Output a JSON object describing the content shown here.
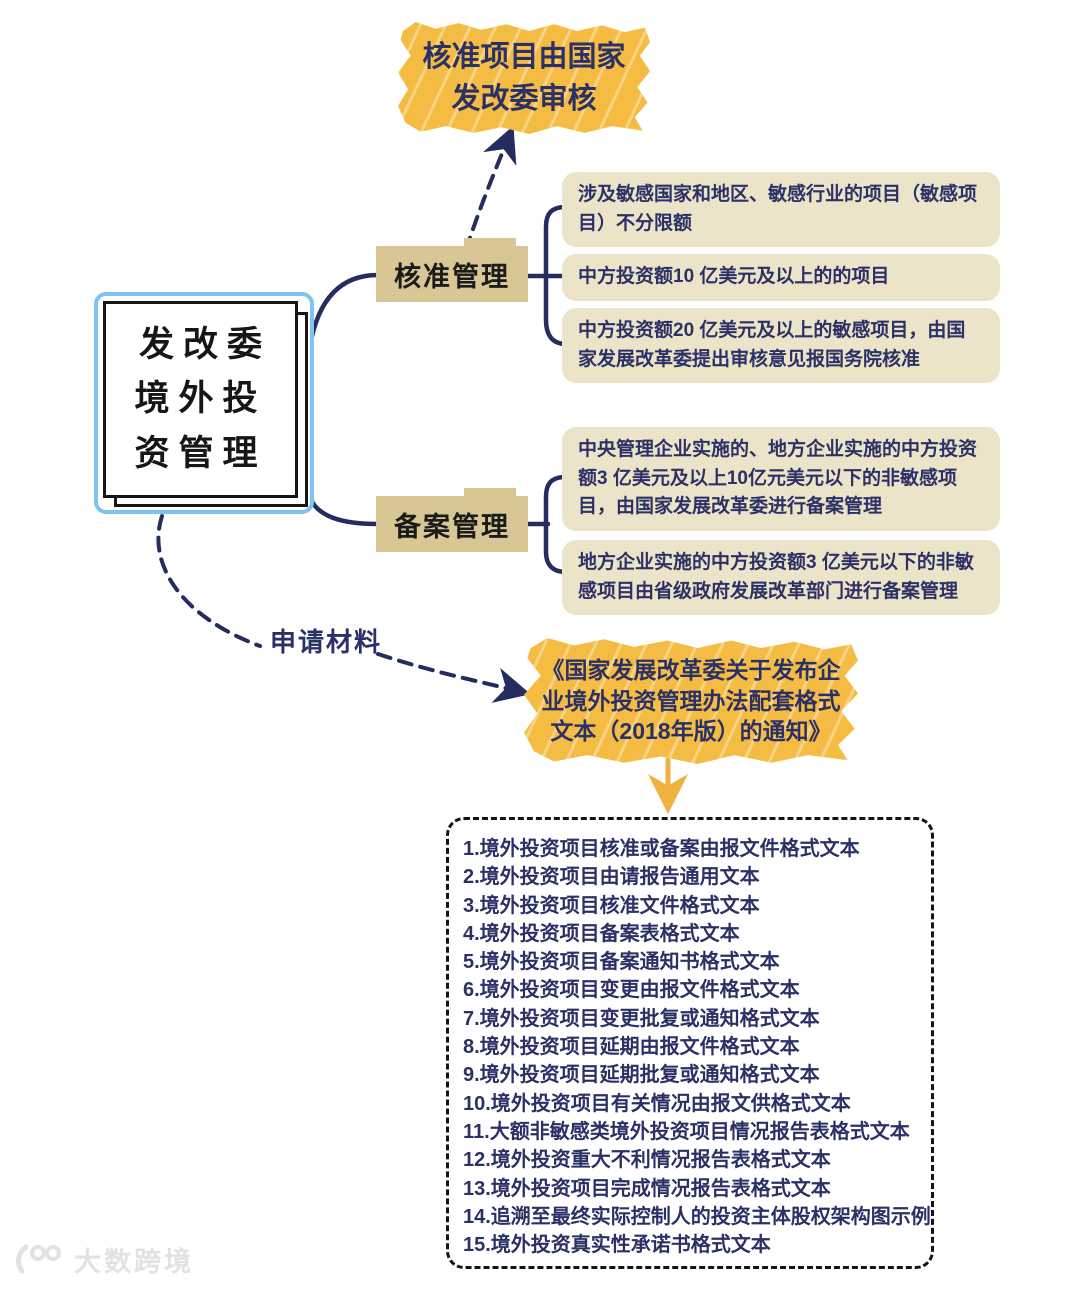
{
  "root": {
    "title": "发改委\n境外投\n资管理"
  },
  "top_note": {
    "text": "核准项目由国家\n发改委审核"
  },
  "approve": {
    "label": "核准管理",
    "items": [
      "涉及敏感国家和地区、敏感行业的项目（敏感项目）不分限额",
      "中方投资额10 亿美元及以上的的项目",
      "中方投资额20 亿美元及以上的敏感项目，由国家发展改革委提出审核意见报国务院核准"
    ]
  },
  "record": {
    "label": "备案管理",
    "items": [
      "中央管理企业实施的、地方企业实施的中方投资额3 亿美元及以上10亿元美元以下的非敏感项目，由国家发展改革委进行备案管理",
      "地方企业实施的中方投资额3 亿美元以下的非敏感项目由省级政府发展改革部门进行备案管理"
    ]
  },
  "materials": {
    "label": "申请材料",
    "notice": "《国家发展改革委关于发布企\n业境外投资管理办法配套格式\n文本（2018年版）的通知》",
    "list": [
      "1.境外投资项目核准或备案由报文件格式文本",
      "2.境外投资项目由请报告通用文本",
      "3.境外投资项目核准文件格式文本",
      "4.境外投资项目备案表格式文本",
      "5.境外投资项目备案通知书格式文本",
      "6.境外投资项目变更由报文件格式文本",
      "7.境外投资项目变更批复或通知格式文本",
      "8.境外投资项目延期由报文件格式文本",
      "9.境外投资项目延期批复或通知格式文本",
      "10.境外投资项目有关情况由报文供格式文本",
      "11.大额非敏感类境外投资项目情况报告表格式文本",
      "12.境外投资重大不利情况报告表格式文本",
      "13.境外投资项目完成情况报告表格式文本",
      "14.追溯至最终实际控制人的投资主体股权架构图示例",
      "15.境外投资真实性承诺书格式文本"
    ]
  },
  "watermark": {
    "text": "大数跨境",
    "logo": "glasses-100-logo"
  },
  "colors": {
    "highlight_yellow": "#f5bc43",
    "navy_text": "#2b3166",
    "line_navy": "#252c5f",
    "node_tan": "#d8c794",
    "item_cream": "#ece4c9",
    "root_border_blue": "#7fc4f1",
    "arrow_orange": "#f0b23e"
  }
}
